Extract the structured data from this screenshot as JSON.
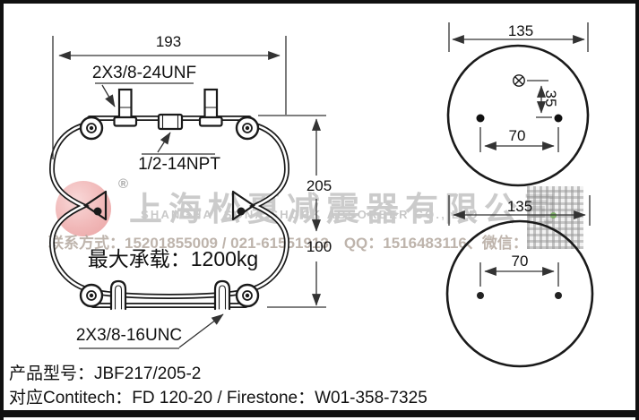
{
  "side_view": {
    "width_dim": "193",
    "top_thread_label": "2X3/8-24UNF",
    "air_fitting_label": "1/2-14NPT",
    "bottom_thread_label": "2X3/8-16UNC",
    "height_dim": "205",
    "lower_height_dim": "100",
    "max_load_text": "最大承载：1200kg"
  },
  "top_view": {
    "diameter_dim": "135",
    "bolt_spacing_dim": "70",
    "inlet_offset_dim": "35"
  },
  "bottom_view": {
    "diameter_dim": "135",
    "bolt_spacing_dim": "70"
  },
  "watermark": {
    "registered_symbol": "®",
    "company_cn": "上海松夏减震器有限公司",
    "company_en": "SHANGHAI SONA SHOCK ABSORBER CO., LTD",
    "contact_line": "联系方式：15201855009 / 021-61551913　QQ：1516483116、微信：",
    "colors": {
      "watermark_gray": "#cbcbcb",
      "contact_tan": "#b3a89e",
      "logo_pink": "#f0b4b4",
      "line_black": "#1a1a1a"
    }
  },
  "product_info": {
    "model_line": "产品型号：JBF217/205-2",
    "reference_line": "对应Contitech：FD 120-20 / Firestone：W01-358-7325"
  }
}
